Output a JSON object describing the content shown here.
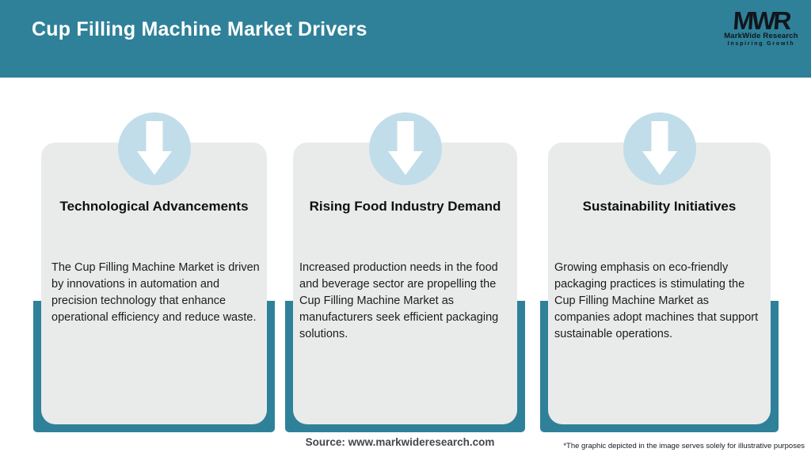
{
  "header": {
    "title": "Cup Filling Machine Market Drivers"
  },
  "logo": {
    "acronym": "MWR",
    "name": "MarkWide Research",
    "tagline": "Inspiring Growth"
  },
  "cards": [
    {
      "icon": "down-arrow-icon",
      "title": "Technological Advancements",
      "body": "The Cup Filling Machine Market is driven by innovations in automation and precision technology that enhance operational efficiency and reduce waste."
    },
    {
      "icon": "down-arrow-icon",
      "title": "Rising Food Industry Demand",
      "body": "Increased production needs in the food and beverage sector are propelling the Cup Filling Machine Market as manufacturers seek efficient packaging solutions."
    },
    {
      "icon": "down-arrow-icon",
      "title": "Sustainability Initiatives",
      "body": "Growing emphasis on eco-friendly packaging practices is stimulating the Cup Filling Machine Market as companies adopt machines that support sustainable operations."
    }
  ],
  "footer": {
    "source": "Source: www.markwideresearch.com",
    "disclaimer": "*The graphic depicted in the image serves solely for illustrative purposes"
  },
  "colors": {
    "header_bg": "#2f8199",
    "backing": "#2f8199",
    "card_bg": "#e9ebea",
    "circle": "#c1dde9",
    "title_text": "#ffffff",
    "body_text": "#1c1c1c"
  }
}
